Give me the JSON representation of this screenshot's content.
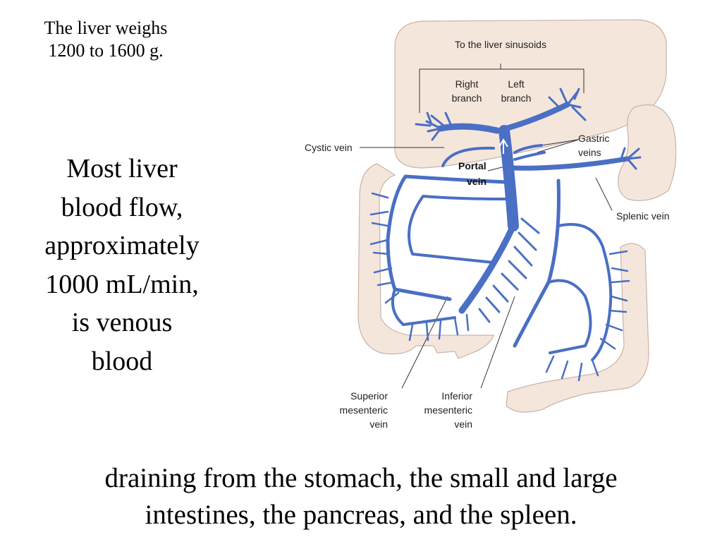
{
  "note_weight": [
    "The liver weighs",
    "1200 to 1600 g."
  ],
  "note_flow": [
    "Most liver",
    "blood flow,",
    "approximately",
    "1000 mL/min,",
    "is venous",
    "blood"
  ],
  "caption": [
    "draining from the stomach, the small and large",
    "intestines, the pancreas, and the spleen."
  ],
  "diagram": {
    "labels": {
      "to_sinusoids": "To the liver sinusoids",
      "right_branch": [
        "Right",
        "branch"
      ],
      "left_branch": [
        "Left",
        "branch"
      ],
      "cystic_vein": "Cystic vein",
      "gastric_veins": [
        "Gastric",
        "veins"
      ],
      "portal_vein": [
        "Portal",
        "vein"
      ],
      "splenic_vein": "Splenic vein",
      "superior_mesenteric_vein": [
        "Superior",
        "mesenteric",
        "vein"
      ],
      "inferior_mesenteric_vein": [
        "Inferior",
        "mesenteric",
        "vein"
      ]
    },
    "colors": {
      "vein": "#4a6fc4",
      "vein_dark": "#2e4f9e",
      "organ_fill": "#f5e6dc",
      "organ_stroke": "#c9b3a6",
      "label_line": "#333333"
    }
  }
}
